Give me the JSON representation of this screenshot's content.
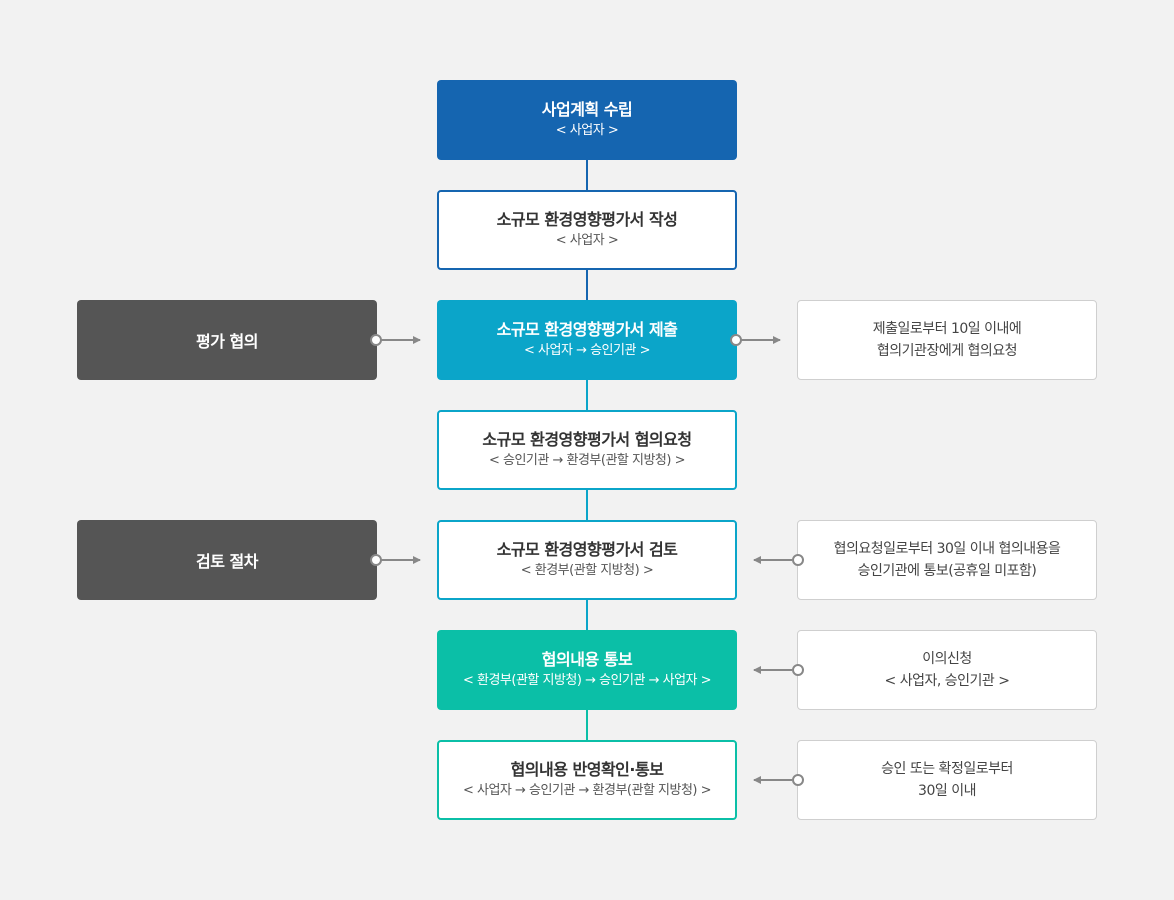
{
  "colors": {
    "step1": "#1565b0",
    "step3": "#0ba5c9",
    "step6": "#0bbfa7",
    "outline_blue": "#1565b0",
    "outline_cyan": "#0ba5c9",
    "outline_teal": "#0bbfa7",
    "side_box": "#555555",
    "connector": "#888888"
  },
  "steps": [
    {
      "title": "사업계획 수립",
      "sub": "< 사업자 >"
    },
    {
      "title": "소규모 환경영향평가서 작성",
      "sub": "< 사업자 >"
    },
    {
      "title": "소규모 환경영향평가서 제출",
      "sub": "< 사업자 → 승인기관 >"
    },
    {
      "title": "소규모 환경영향평가서 협의요청",
      "sub": "< 승인기관 → 환경부(관할 지방청) >"
    },
    {
      "title": "소규모 환경영향평가서 검토",
      "sub": "< 환경부(관할 지방청) >"
    },
    {
      "title": "협의내용 통보",
      "sub": "< 환경부(관할 지방청) → 승인기관 → 사업자 >"
    },
    {
      "title": "협의내용 반영확인·통보",
      "sub": "< 사업자 → 승인기관 → 환경부(관할 지방청) >"
    }
  ],
  "side_labels": {
    "eval": "평가 협의",
    "review": "검토 절차"
  },
  "notes": [
    {
      "line1": "제출일로부터 10일 이내에",
      "line2": "협의기관장에게 협의요청"
    },
    {
      "line1": "협의요청일로부터 30일 이내 협의내용을",
      "line2": "승인기관에 통보(공휴일 미포함)"
    },
    {
      "line1": "이의신청",
      "line2": "< 사업자, 승인기관 >"
    },
    {
      "line1": "승인 또는 확정일로부터",
      "line2": "30일 이내"
    }
  ]
}
